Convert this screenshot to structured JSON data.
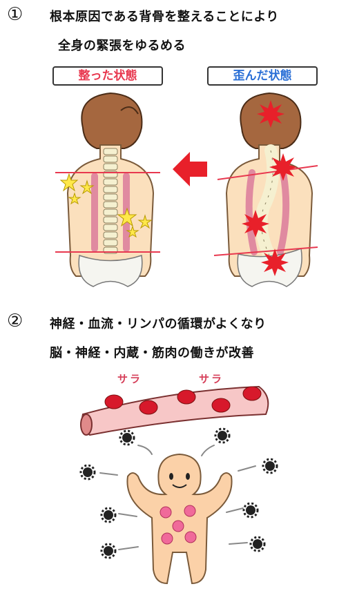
{
  "section1": {
    "number": "①",
    "line1": "根本原因である背骨を整えることにより",
    "line2": "全身の緊張をゆるめる",
    "label_aligned": "整った状態",
    "label_distorted": "歪んだ状態",
    "colors": {
      "aligned": "#e8384f",
      "distorted": "#2a6fd6"
    }
  },
  "section2": {
    "number": "②",
    "line1": "神経・血流・リンパの循環がよくなり",
    "line2": "脳・神経・内蔵・筋肉の働きが改善",
    "flow_text_left": "サラ",
    "flow_text_right": "サラ"
  },
  "icons": {
    "arrow": "red-left-arrow-icon",
    "star": "star-icon",
    "pain": "pain-burst-icon",
    "germ": "germ-icon"
  }
}
